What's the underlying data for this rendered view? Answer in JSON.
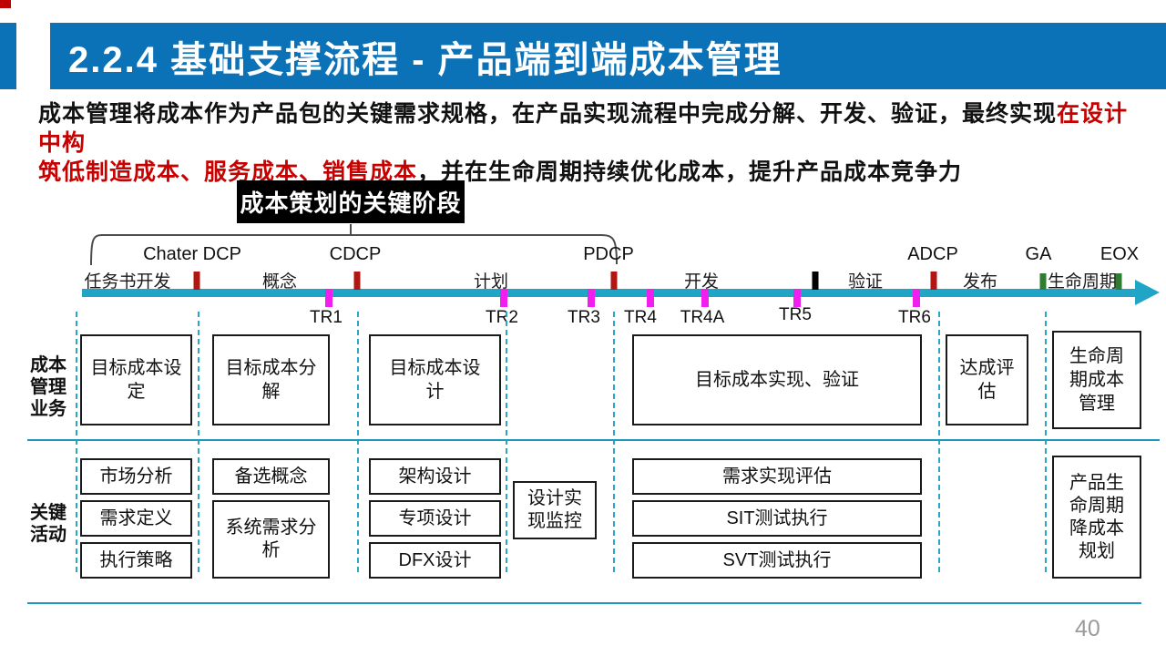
{
  "slide": {
    "title": "2.2.4 基础支撑流程 - 产品端到端成本管理",
    "page_number": "40"
  },
  "intro": {
    "line1_black": "成本管理将成本作为产品包的关键需求规格，在产品实现流程中完成分解、开发、验证，最终实现",
    "line1_red": "在设计中构",
    "line2_red": "筑低制造成本、服务成本、销售成本",
    "line2_black": "，并在生命周期持续优化成本，提升产品成本竞争力"
  },
  "annotation": {
    "label": "成本策划的关键阶段"
  },
  "timeline": {
    "phases": [
      {
        "label": "任务书开发"
      },
      {
        "label": "概念"
      },
      {
        "label": "计划"
      },
      {
        "label": "开发"
      },
      {
        "label": "验证"
      },
      {
        "label": "发布"
      },
      {
        "label": "生命周期"
      }
    ],
    "milestones": [
      {
        "label": "Chater DCP"
      },
      {
        "label": "CDCP"
      },
      {
        "label": "PDCP"
      },
      {
        "label": "ADCP"
      },
      {
        "label": "GA"
      },
      {
        "label": "EOX"
      }
    ],
    "tr_points": [
      {
        "label": "TR1"
      },
      {
        "label": "TR2"
      },
      {
        "label": "TR3"
      },
      {
        "label": "TR4"
      },
      {
        "label": "TR4A"
      },
      {
        "label": "TR5"
      },
      {
        "label": "TR6"
      }
    ]
  },
  "rows": {
    "cost_business": {
      "label": "成本\n管理\n业务",
      "boxes": [
        "目标成本设\n定",
        "目标成本分\n解",
        "目标成本设\n计",
        "目标成本实现、验证",
        "达成评\n估",
        "生命周\n期成本\n管理"
      ]
    },
    "key_activities": {
      "label": "关键\n活动",
      "col1": [
        "市场分析",
        "需求定义",
        "执行策略"
      ],
      "col2": [
        "备选概念",
        "系统需求分\n析"
      ],
      "col3": [
        "架构设计",
        "专项设计",
        "DFX设计"
      ],
      "design_monitor": "设计实\n现监控",
      "col4": [
        "需求实现评估",
        "SIT测试执行",
        "SVT测试执行"
      ],
      "lifecycle_box": "产品生\n命周期\n降成本\n规划"
    }
  },
  "colors": {
    "header_blue": "#0b72b8",
    "timeline_teal": "#21a5c6",
    "milestone_red": "#b21613",
    "tr_pink": "#ef1fef",
    "lifecycle_green": "#2f7d31",
    "phase_boundary_black": "#000000",
    "emphasis_red": "#c70000",
    "annotation_bg": "#000000"
  }
}
